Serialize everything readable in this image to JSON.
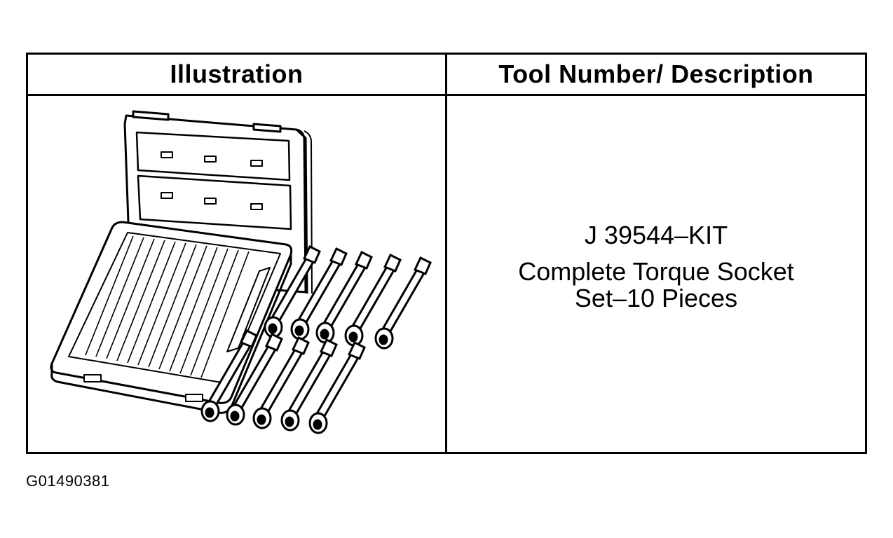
{
  "table": {
    "header_illustration": "Illustration",
    "header_description": "Tool Number/ Description",
    "tool_number": "J 39544–KIT",
    "description_line1": "Complete Torque Socket",
    "description_line2": "Set–10 Pieces"
  },
  "caption": "G01490381",
  "illustration": {
    "subject": "torque-socket-case-icon",
    "socket_count": 10
  }
}
